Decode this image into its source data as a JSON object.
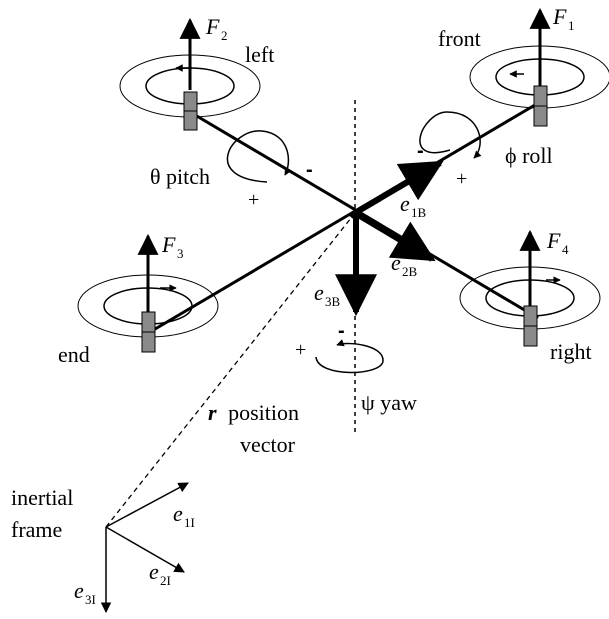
{
  "motors": {
    "front": {
      "label": "front",
      "force": "F",
      "force_sub": "1"
    },
    "left": {
      "label": "left",
      "force": "F",
      "force_sub": "2"
    },
    "end": {
      "label": "end",
      "force": "F",
      "force_sub": "3"
    },
    "right": {
      "label": "right",
      "force": "F",
      "force_sub": "4"
    }
  },
  "rotations": {
    "pitch": {
      "label": "θ pitch",
      "minus": "-",
      "plus": "+"
    },
    "roll": {
      "label": "ϕ roll",
      "minus": "-",
      "plus": "+"
    },
    "yaw": {
      "label": "ψ yaw",
      "minus": "-",
      "plus": "+"
    }
  },
  "body_axes": {
    "e1": {
      "symbol": "e",
      "sub": "1B"
    },
    "e2": {
      "symbol": "e",
      "sub": "2B"
    },
    "e3": {
      "symbol": "e",
      "sub": "3B"
    }
  },
  "position": {
    "symbol": "r",
    "label_line1": "position",
    "label_line2": "vector"
  },
  "inertial_frame": {
    "label_line1": "inertial",
    "label_line2": "frame",
    "e1": {
      "symbol": "e",
      "sub": "1I"
    },
    "e2": {
      "symbol": "e",
      "sub": "2I"
    },
    "e3": {
      "symbol": "e",
      "sub": "3I"
    }
  }
}
